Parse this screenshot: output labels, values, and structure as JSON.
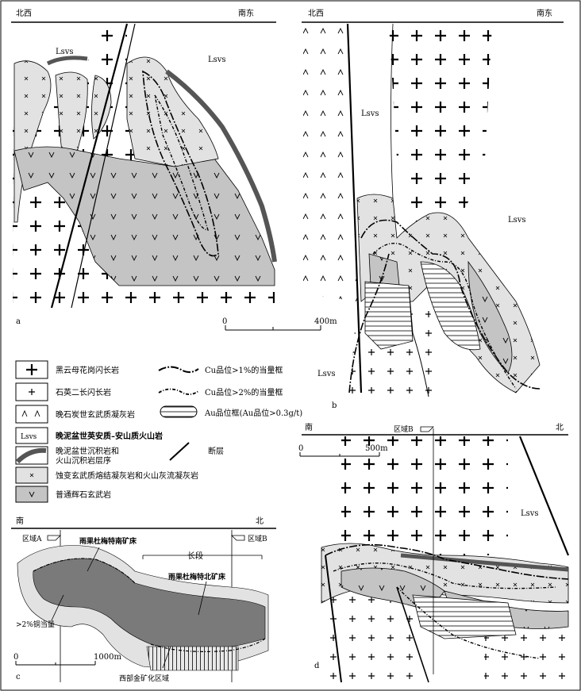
{
  "panel_a": {
    "label": "a",
    "dir_left": "北西",
    "dir_right": "南东",
    "unit_lsvs_1": "Lsvs",
    "unit_lsvs_2": "Lsvs"
  },
  "panel_b": {
    "label": "b",
    "dir_left": "北西",
    "dir_right": "南东",
    "unit_lsvs_top": "Lsvs",
    "unit_lsvs_right": "Lsvs",
    "unit_lsvs_bottom": "Lsvs",
    "scale_zero": "0",
    "scale_end": "400m"
  },
  "panel_c": {
    "label": "c",
    "dir_left": "南",
    "dir_right": "北",
    "zone_a": "区域A",
    "zone_b": "区域B",
    "deposit_south": "雨果杜梅特南矿床",
    "deposit_north": "雨果杜梅特北矿床",
    "section_long": "长段",
    "cu_grade": ">2%铜当量",
    "gold_zone": "西部金矿化区域",
    "scale_zero": "0",
    "scale_end": "1000m"
  },
  "panel_d": {
    "label": "d",
    "dir_left": "南",
    "dir_right": "北",
    "zone_b": "区域B",
    "unit_lsvs": "Lsvs",
    "scale_zero": "0",
    "scale_end": "500m"
  },
  "legend": {
    "items": [
      {
        "text": "黑云母花岗闪长岩",
        "symbol": "big-plus"
      },
      {
        "text": "石英二长闪长岩",
        "symbol": "small-plus"
      },
      {
        "text": "晚石炭世玄武质凝灰岩",
        "symbol": "caret"
      },
      {
        "text": "晚泥盆世英安质–安山质火山岩",
        "symbol": "Lsvs"
      },
      {
        "text": "晚泥盆世沉积岩和",
        "text2": "火山沉积岩层序",
        "symbol": "sediment"
      },
      {
        "text": "蚀变玄武质熔结凝灰岩和火山灰流凝灰岩",
        "symbol": "x-grey"
      },
      {
        "text": "普通辉石玄武岩",
        "symbol": "v-grey"
      }
    ],
    "cu1": "Cu品位>1%的当量框",
    "cu2": "Cu品位>2%的当量框",
    "au": "Au品位框(Au品位>0.3g/t)",
    "fault": "断层"
  }
}
